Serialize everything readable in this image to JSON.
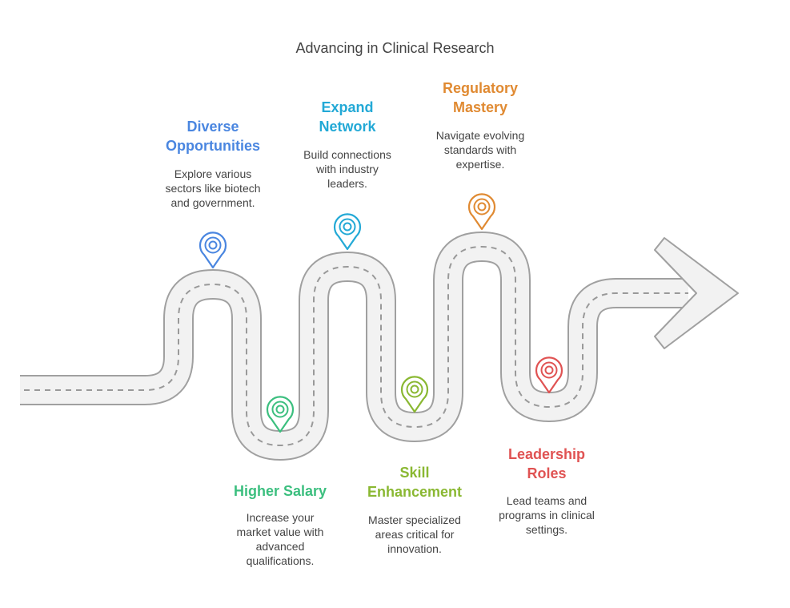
{
  "title": "Advancing in Clinical Research",
  "colors": {
    "road_fill": "#f2f2f2",
    "road_stroke": "#a0a0a0",
    "dash": "#999999"
  },
  "milestones": [
    {
      "id": "diverse",
      "label": "Diverse\nOpportunities",
      "description": "Explore various\nsectors like biotech\nand government.",
      "color": "#4a86e0",
      "pin_icon": "location-pin-icon"
    },
    {
      "id": "salary",
      "label": "Higher Salary",
      "description": "Increase your\nmarket value with\nadvanced\nqualifications.",
      "color": "#3cbf7f",
      "pin_icon": "location-pin-icon"
    },
    {
      "id": "network",
      "label": "Expand\nNetwork",
      "description": "Build connections\nwith industry\nleaders.",
      "color": "#23a9d6",
      "pin_icon": "location-pin-icon"
    },
    {
      "id": "skill",
      "label": "Skill\nEnhancement",
      "description": "Master specialized\nareas critical for\ninnovation.",
      "color": "#8ab832",
      "pin_icon": "location-pin-icon"
    },
    {
      "id": "regulatory",
      "label": "Regulatory\nMastery",
      "description": "Navigate evolving\nstandards with\nexpertise.",
      "color": "#e08a32",
      "pin_icon": "location-pin-icon"
    },
    {
      "id": "leadership",
      "label": "Leadership\nRoles",
      "description": "Lead teams and\nprograms in clinical\nsettings.",
      "color": "#e05353",
      "pin_icon": "location-pin-icon"
    }
  ]
}
